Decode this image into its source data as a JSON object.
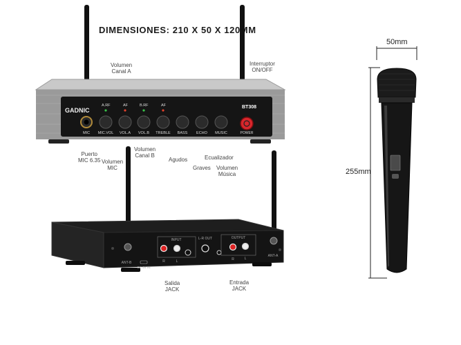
{
  "title": "DIMENSIONES: 210 X 50 X 120MM",
  "front_labels": {
    "vol_a": [
      "Volumen",
      "Canal A"
    ],
    "power_switch": [
      "Interruptor",
      "ON/OFF"
    ],
    "mic_port": [
      "Puerto",
      "MIC 6.35"
    ],
    "vol_mic": [
      "Volumen",
      "MIC"
    ],
    "vol_b": [
      "Volumen",
      "Canal B"
    ],
    "treble": "Agudos",
    "bass": "Graves",
    "equalizer": "Ecualizador",
    "music_volume": [
      "Volumen",
      "Música"
    ]
  },
  "back_labels": {
    "output": [
      "Salida",
      "JACK"
    ],
    "input": [
      "Entrada",
      "JACK"
    ]
  },
  "panel_text": {
    "brand": "GADNIC",
    "model": "BT308",
    "led_labels": [
      "A.RF",
      "AF",
      "B.RF",
      "AF"
    ],
    "knob_labels": [
      "MIC",
      "MIC.VOL",
      "VOL.A",
      "VOL.B",
      "TREBLE",
      "BASS",
      "ECHO",
      "MUSIC"
    ],
    "power": "POWER"
  },
  "back_panel_text": {
    "input": "INPUT",
    "lr_out": "L-R OUT",
    "output": "OUTPUT",
    "ant_b": "ANT-B",
    "ant_a": "ANT-A",
    "dc": "DC 5V IN",
    "rl_in": [
      "R",
      "L"
    ],
    "rl_out": [
      "R",
      "L"
    ]
  },
  "mic_dimensions": {
    "width": "50mm",
    "height": "255mm"
  },
  "colors": {
    "panel_silver": "#8c8c8c",
    "panel_black": "#1a1a1a",
    "led_green": "#39c24a",
    "led_red": "#e0412b",
    "power_red": "#d8262c"
  }
}
